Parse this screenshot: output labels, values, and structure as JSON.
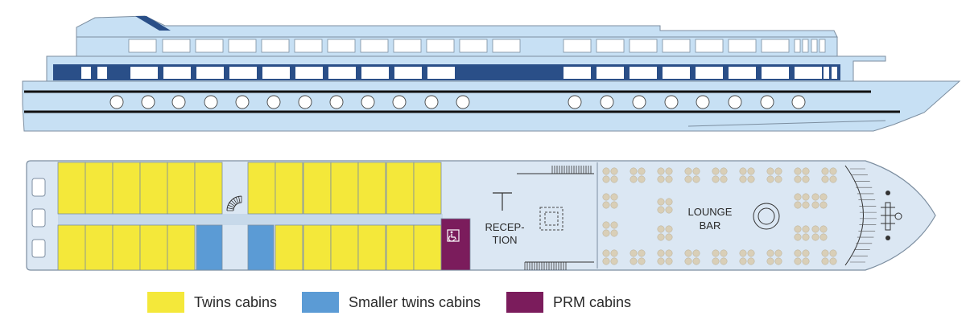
{
  "colors": {
    "hull_light": "#c7e0f4",
    "hull_stroke": "#7c8ea0",
    "dark_blue": "#2a4f88",
    "deck_floor": "#dbe7f3",
    "twins": "#f4e83a",
    "smaller_twins": "#5b9bd5",
    "prm": "#7b1c5c",
    "chair": "#d9cfb8",
    "stripe": "#111111"
  },
  "deck_labels": {
    "reception": [
      "RECEP-",
      "TION"
    ],
    "lounge": [
      "LOUNGE",
      "BAR"
    ]
  },
  "legend": [
    {
      "key": "twins",
      "label": "Twins cabins",
      "color": "#f4e83a"
    },
    {
      "key": "smaller_twins",
      "label": "Smaller twins cabins",
      "color": "#5b9bd5"
    },
    {
      "key": "prm",
      "label": "PRM cabins",
      "color": "#7b1c5c"
    }
  ]
}
